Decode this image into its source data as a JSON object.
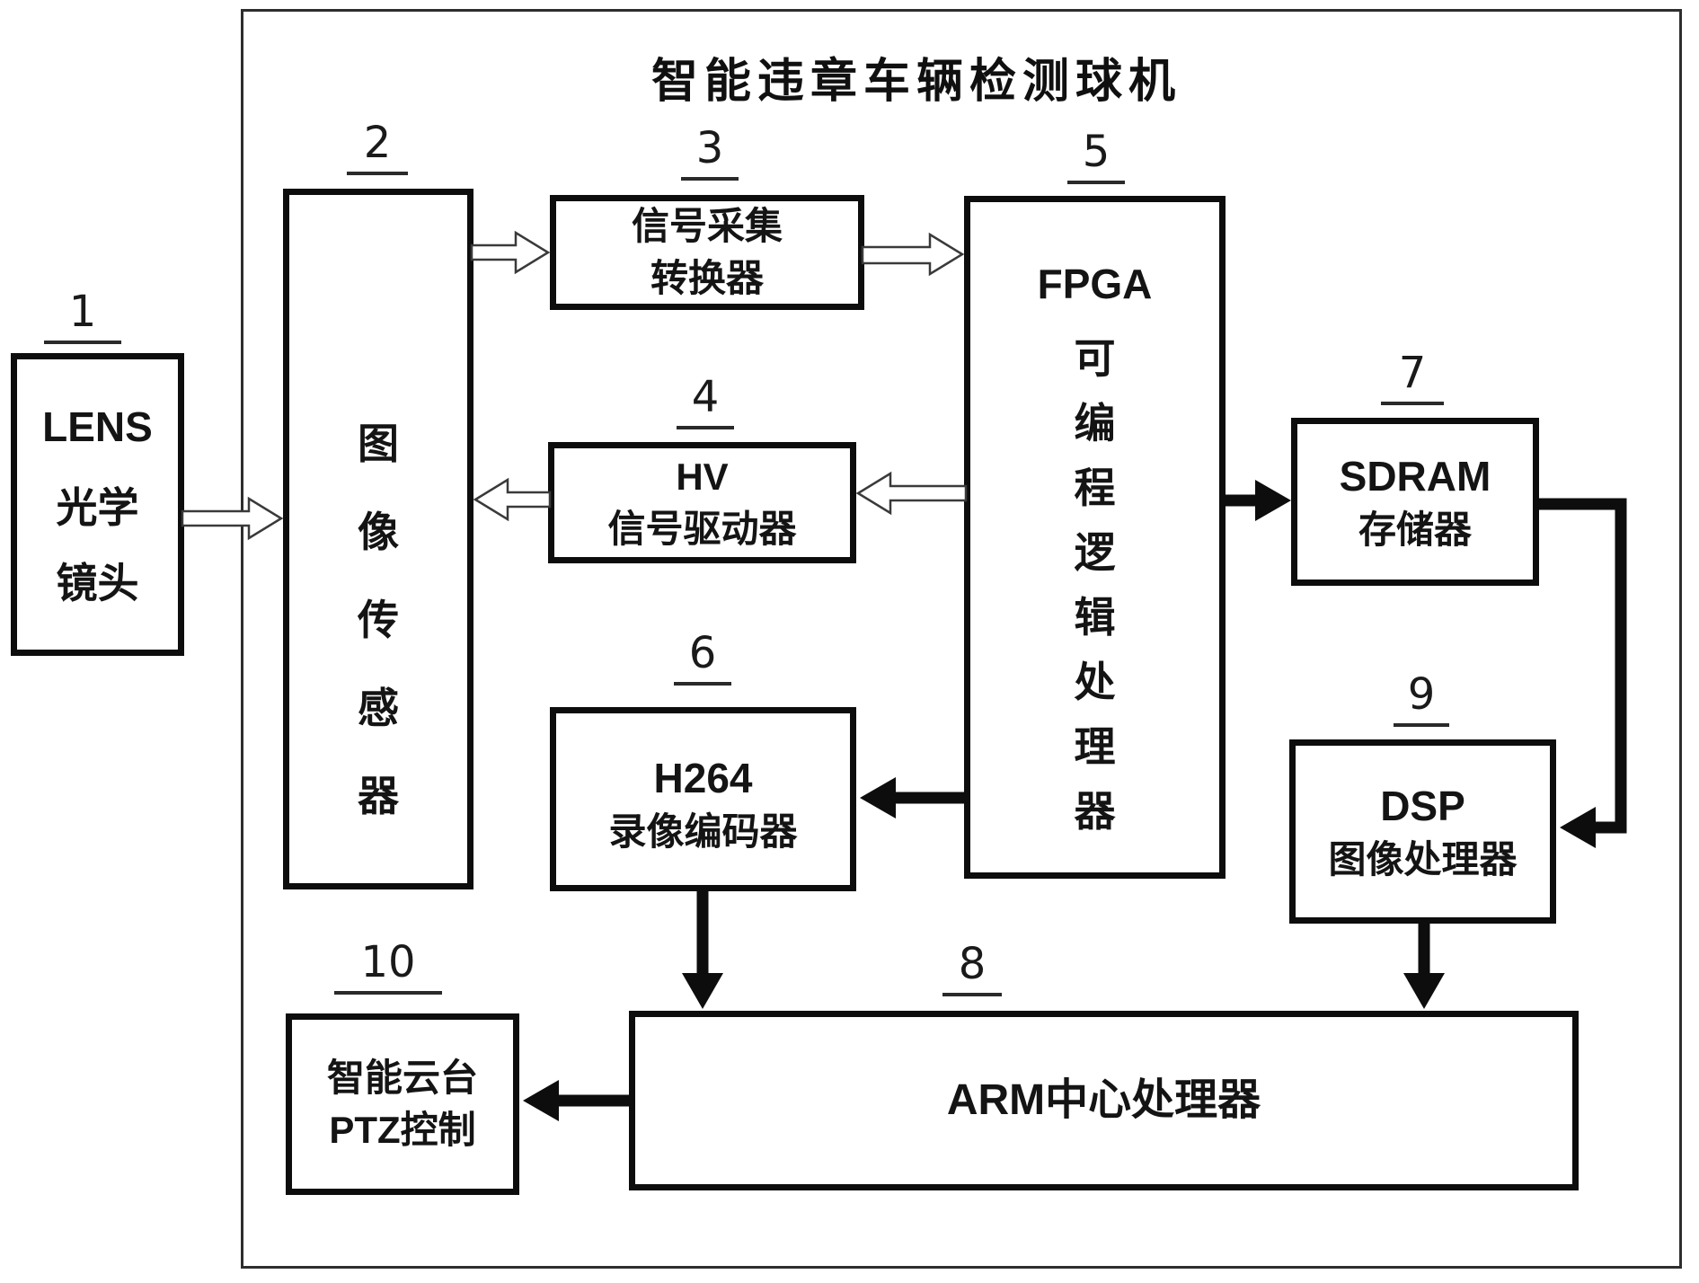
{
  "diagram": {
    "title": "智能违章车辆检测球机",
    "colors": {
      "ink": "#141414",
      "box_border": "#0d0d0d",
      "enclosure_border": "#2e2e2e",
      "background": "#ffffff"
    },
    "boxes": {
      "lens": {
        "num": "1",
        "line1": "LENS",
        "line2": "光学",
        "line3": "镜头"
      },
      "sensor": {
        "num": "2",
        "vertical": "图像传感器"
      },
      "acq": {
        "num": "3",
        "line1": "信号采集",
        "line2": "转换器"
      },
      "hv": {
        "num": "4",
        "line1": "HV",
        "line2": "信号驱动器"
      },
      "fpga": {
        "num": "5",
        "line1": "FPGA",
        "vertical": "可编程逻辑处理器"
      },
      "h264": {
        "num": "6",
        "line1": "H264",
        "line2": "录像编码器"
      },
      "sdram": {
        "num": "7",
        "line1": "SDRAM",
        "line2": "存储器"
      },
      "arm": {
        "num": "8",
        "line1": "ARM中心处理器"
      },
      "dsp": {
        "num": "9",
        "line1": "DSP",
        "line2": "图像处理器"
      },
      "ptz": {
        "num": "10",
        "line1": "智能云台",
        "line2": "PTZ控制"
      }
    },
    "arrows": {
      "hollow": [
        "lens to image-sensor",
        "image-sensor to signal-acquisition-converter",
        "signal-acquisition-converter to fpga",
        "fpga to hv-signal-driver",
        "hv-signal-driver to image-sensor"
      ],
      "solid": [
        "fpga to sdram",
        "sdram to dsp",
        "fpga to h264-encoder",
        "h264-encoder to arm",
        "dsp to arm",
        "arm to ptz-control"
      ]
    }
  }
}
